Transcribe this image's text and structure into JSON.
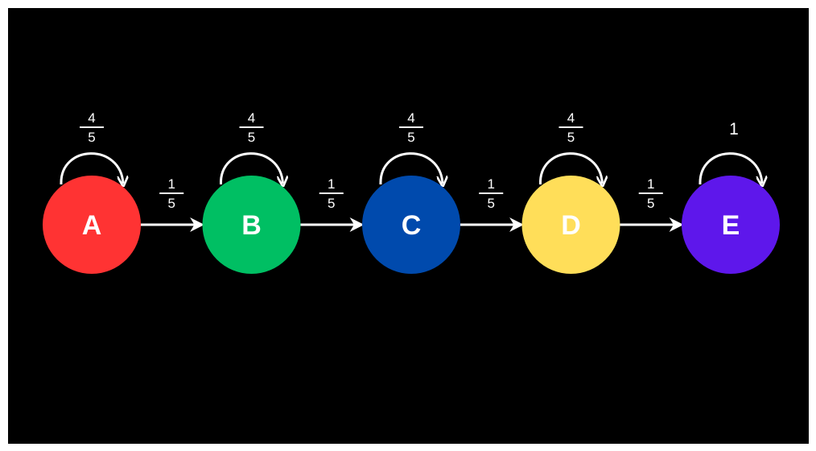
{
  "diagram": {
    "background": "#000000",
    "edge_color": "#ffffff",
    "states": [
      {
        "id": "A",
        "label": "A",
        "color": "#ff3333",
        "loop": {
          "num": "4",
          "den": "5"
        }
      },
      {
        "id": "B",
        "label": "B",
        "color": "#00bf63",
        "loop": {
          "num": "4",
          "den": "5"
        }
      },
      {
        "id": "C",
        "label": "C",
        "color": "#004aad",
        "loop": {
          "num": "4",
          "den": "5"
        }
      },
      {
        "id": "D",
        "label": "D",
        "color": "#ffde59",
        "loop": {
          "num": "4",
          "den": "5"
        }
      },
      {
        "id": "E",
        "label": "E",
        "color": "#5e17eb",
        "loop": {
          "value": "1"
        }
      }
    ],
    "transitions": [
      {
        "from": "A",
        "to": "B",
        "num": "1",
        "den": "5"
      },
      {
        "from": "B",
        "to": "C",
        "num": "1",
        "den": "5"
      },
      {
        "from": "C",
        "to": "D",
        "num": "1",
        "den": "5"
      },
      {
        "from": "D",
        "to": "E",
        "num": "1",
        "den": "5"
      }
    ]
  }
}
